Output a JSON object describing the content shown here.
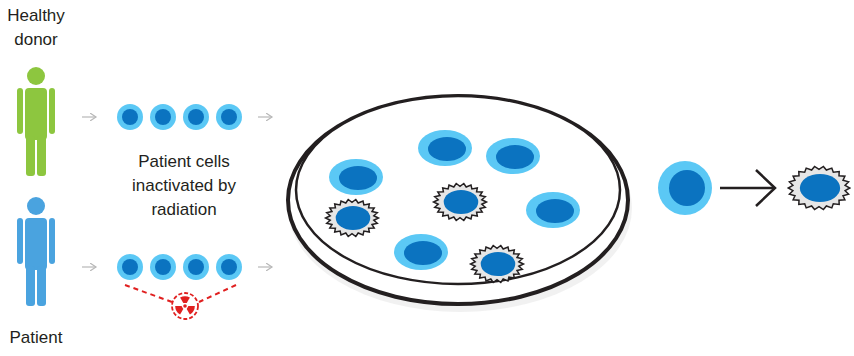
{
  "diagram": {
    "labels": [
      "Healthy donor",
      "Patient cells inactivated by radiation",
      "Patient"
    ]
  }
}
